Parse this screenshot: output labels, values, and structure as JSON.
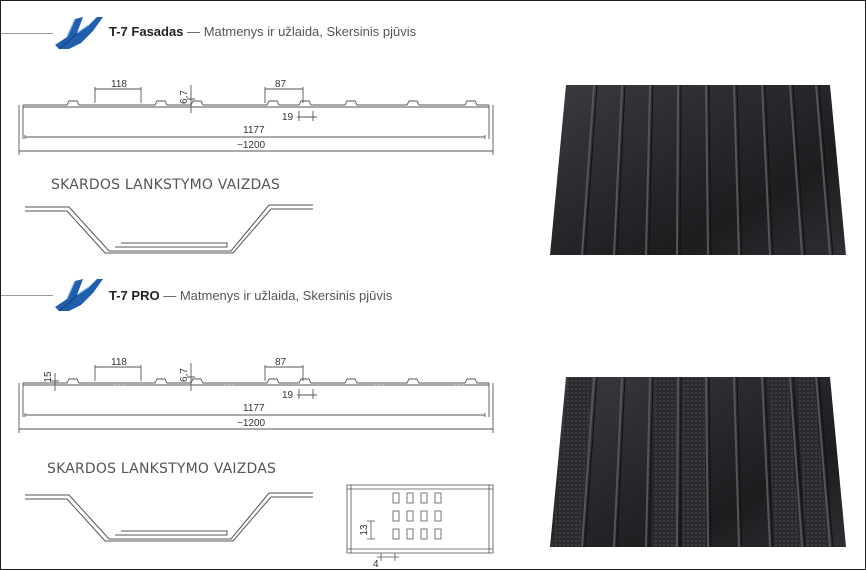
{
  "section1": {
    "title": "T-7 Fasadas",
    "dash": "—",
    "subtitle": "Matmenys ir užlaida, Skersinis pjūvis",
    "dims": {
      "rib_spacing": "118",
      "height": "6,7",
      "top_width": "87",
      "rib_width": "19",
      "cover_width": "1177",
      "total_width": "~1200"
    },
    "bend_title": "SKARDOS LANKSTYMO VAIZDAS"
  },
  "section2": {
    "title": "T-7 PRO",
    "dash": "—",
    "subtitle": "Matmenys ir užlaida, Skersinis pjūvis",
    "dims": {
      "edge_height": "15",
      "rib_spacing": "118",
      "height": "6,7",
      "top_width": "87",
      "rib_width": "19",
      "cover_width": "1177",
      "total_width": "~1200"
    },
    "bend_title": "SKARDOS LANKSTYMO VAIZDAS",
    "perforation": {
      "slot_height": "13",
      "slot_width": "4"
    }
  },
  "colors": {
    "logo_blue": "#1f5fae",
    "sheet_dark": "#262729",
    "line": "#666666"
  },
  "icons": [
    "profile-logo-icon"
  ]
}
